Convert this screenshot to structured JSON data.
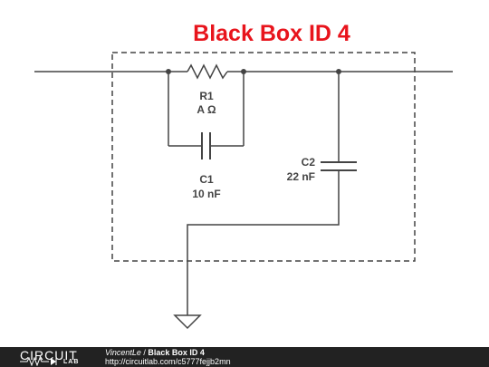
{
  "title": "Black Box ID 4",
  "components": {
    "r1": {
      "name": "R1",
      "value": "A Ω"
    },
    "c1": {
      "name": "C1",
      "value": "10 nF"
    },
    "c2": {
      "name": "C2",
      "value": "22 nF"
    }
  },
  "footer": {
    "logo_top": "CIRCUIT",
    "logo_bottom": "LAB",
    "author": "VincentLe",
    "separator": " / ",
    "project": "Black Box ID 4",
    "url": "http://circuitlab.com/c5777fejjb2mn"
  },
  "colors": {
    "title": "#e8141c",
    "wire": "#444444",
    "footer_bg": "#222222"
  }
}
